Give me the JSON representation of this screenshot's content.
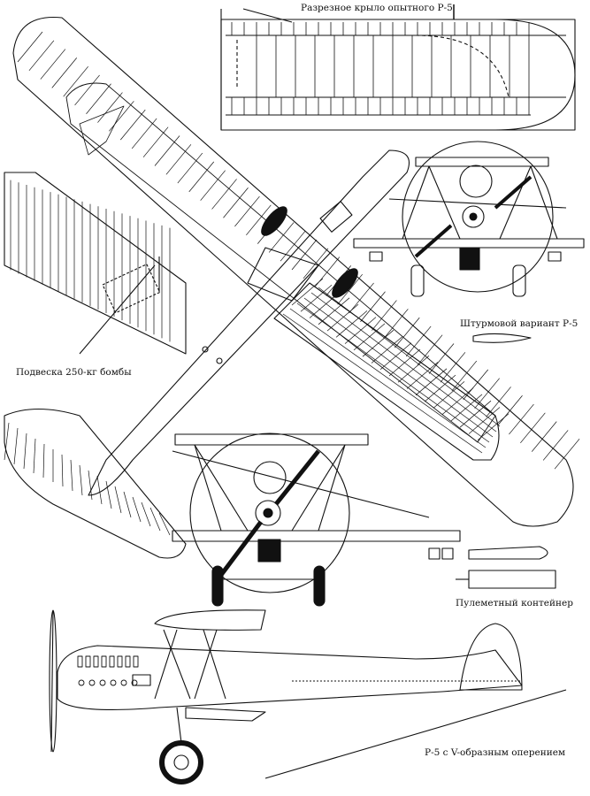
{
  "captions": {
    "cutaway_wing": "Разрезное крыло опытного Р-5",
    "attack_variant": "Штурмовой вариант Р-5",
    "bomb_mount": "Подвеска 250-кг бомбы",
    "mg_container": "Пулеметный контейнер",
    "v_tail": "Р-5 с V-образным оперением"
  }
}
